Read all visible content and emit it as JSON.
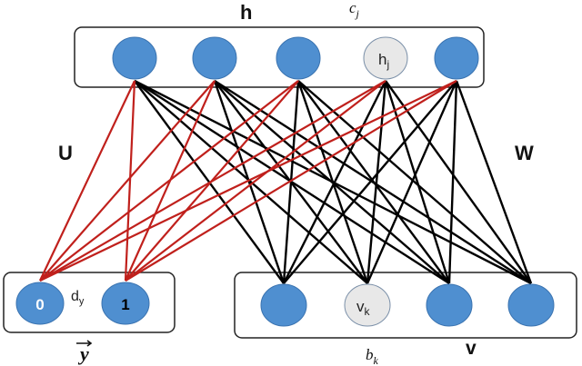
{
  "hidden_layer": {
    "title": "h",
    "bias_label": "c",
    "bias_subscript": "j",
    "highlighted_node_label": "h",
    "highlighted_node_subscript": "j"
  },
  "visible_layer": {
    "title": "v",
    "bias_label": "b",
    "bias_subscript": "k",
    "highlighted_node_label": "v",
    "highlighted_node_subscript": "k"
  },
  "label_layer": {
    "title": "y",
    "bias_label": "d",
    "bias_subscript": "y",
    "node0_label": "0",
    "node1_label": "1"
  },
  "weights": {
    "left_label": "U",
    "right_label": "W"
  },
  "colors": {
    "node_fill": "#4f8fd0",
    "node_stroke": "#3a73b0",
    "highlight_fill": "#e8e8e8",
    "highlight_stroke": "#7a8fa8",
    "u_edges": "#c0201c",
    "w_edges": "#000000",
    "box_stroke": "#222222"
  }
}
